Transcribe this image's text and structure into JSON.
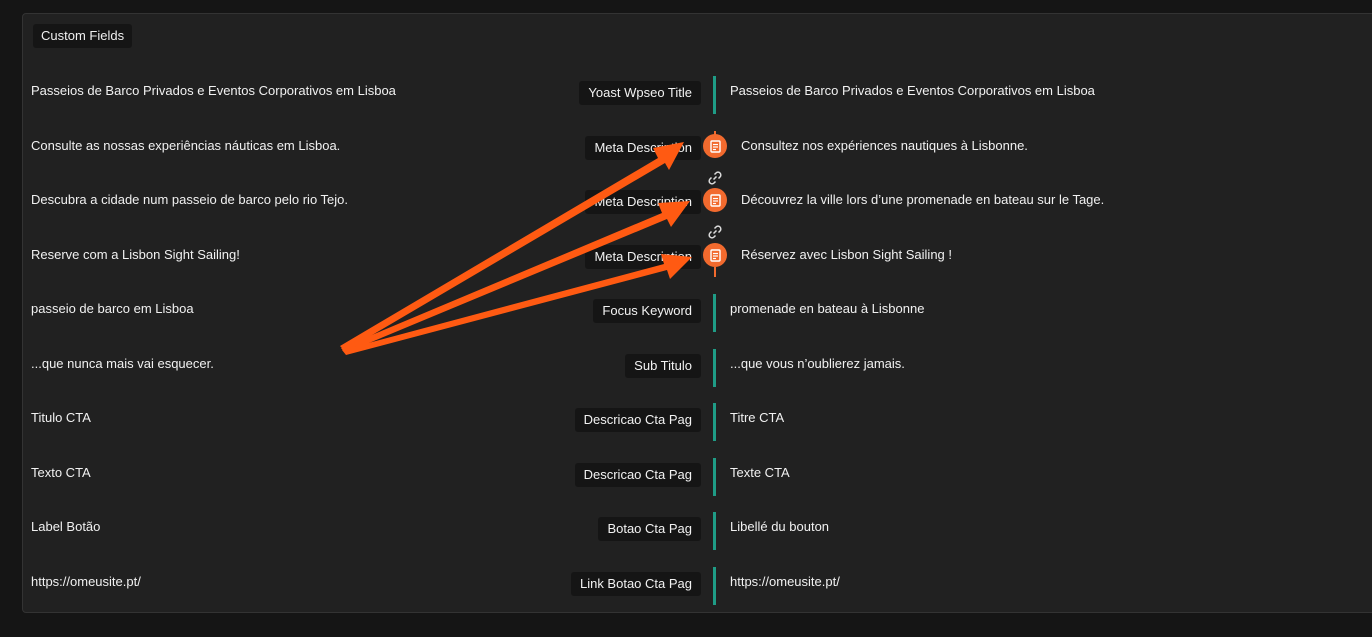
{
  "panel": {
    "title": "Custom Fields"
  },
  "rows": [
    {
      "source": "Passeios de Barco Privados e Eventos Corporativos em Lisboa",
      "field": "Yoast Wpseo Title",
      "translation": "Passeios de Barco Privados e Eventos Corporativos em Lisboa"
    },
    {
      "source": "Consulte as nossas experiências náuticas em Lisboa.",
      "field": "Meta Description",
      "translation": "Consultez nos expériences nautiques à Lisbonne."
    },
    {
      "source": "Descubra a cidade num passeio de barco pelo rio Tejo.",
      "field": "Meta Description",
      "translation": "Découvrez la ville lors d’une promenade en bateau sur le Tage."
    },
    {
      "source": "Reserve com a Lisbon Sight Sailing!",
      "field": "Meta Description",
      "translation": "Réservez avec Lisbon Sight Sailing !"
    },
    {
      "source": "passeio de barco em Lisboa",
      "field": "Focus Keyword",
      "translation": "promenade en bateau à Lisbonne"
    },
    {
      "source": "...que nunca mais vai esquecer.",
      "field": "Sub Titulo",
      "translation": "...que vous n’oublierez jamais."
    },
    {
      "source": "Titulo CTA",
      "field": "Descricao Cta Pag",
      "translation": "Titre CTA"
    },
    {
      "source": "Texto CTA",
      "field": "Descricao Cta Pag",
      "translation": "Texte CTA"
    },
    {
      "source": "Label Botão",
      "field": "Botao Cta Pag",
      "translation": "Libellé du bouton"
    },
    {
      "source": "https://omeusite.pt/",
      "field": "Link Botao Cta Pag",
      "translation": "https://omeusite.pt/"
    }
  ],
  "colors": {
    "accent_teal": "#1f9c86",
    "accent_orange": "#f26a2e",
    "background": "#151515",
    "panel": "#212121"
  },
  "icons": {
    "linked_marker": "document-icon",
    "link": "chain-link-icon",
    "annotation": "arrow-annotation"
  }
}
